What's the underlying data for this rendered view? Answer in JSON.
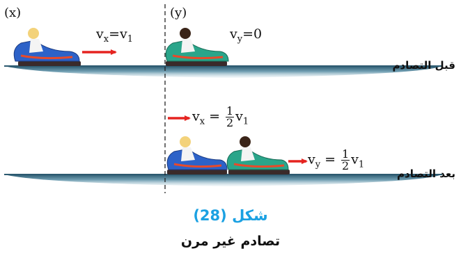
{
  "labels": {
    "x_marker": "(x)",
    "y_marker": "(y)"
  },
  "before": {
    "stage_label": "قبل التصادم",
    "vx_var": "v",
    "vx_sub": "x",
    "vx_rhs": "=v",
    "vx_rhs_sub": "1",
    "vy_var": "v",
    "vy_sub": "y",
    "vy_rhs": "=0"
  },
  "after": {
    "stage_label": "بعد التصادم",
    "vx_var": "v",
    "vx_sub": "x",
    "vx_eq": "=",
    "vx_frac_num": "1",
    "vx_frac_den": "2",
    "vx_tail": "v",
    "vx_tail_sub": "1",
    "vy_var": "v",
    "vy_sub": "y",
    "vy_eq": "=",
    "vy_frac_num": "1",
    "vy_frac_den": "2",
    "vy_tail": "v",
    "vy_tail_sub": "1"
  },
  "figure": {
    "number": "شكل (28)",
    "caption": "تصادم غير مرن"
  },
  "colors": {
    "ground": "#3f6f86",
    "arrow": "#e52420",
    "car_x": "#2d62c8",
    "car_y": "#2aa58a",
    "figure_number": "#1ba1e2"
  }
}
